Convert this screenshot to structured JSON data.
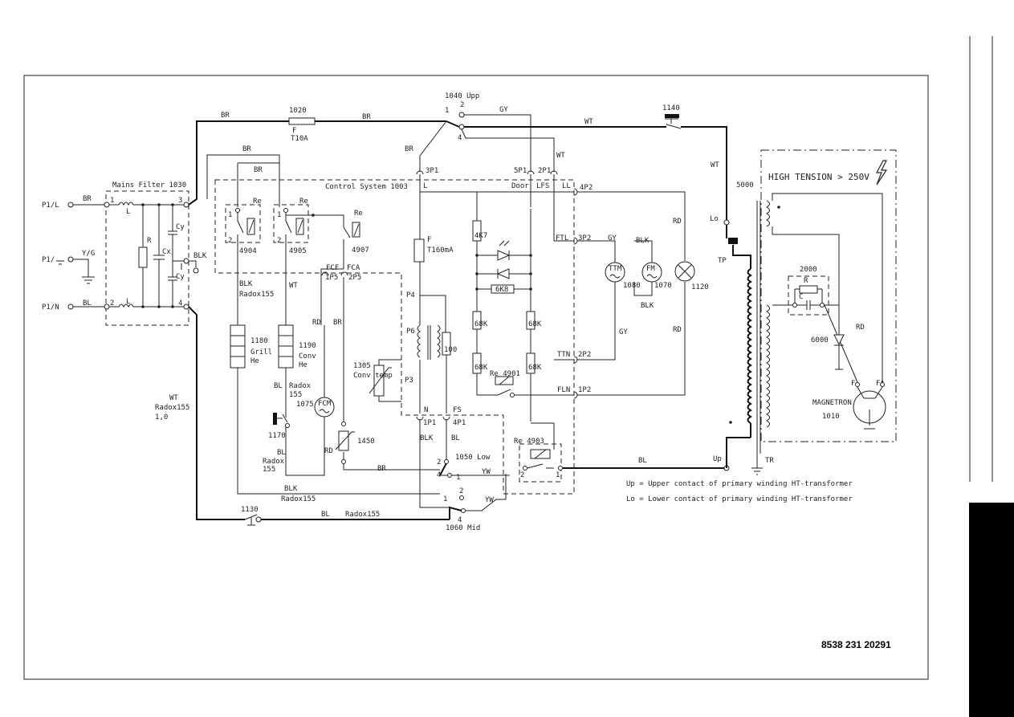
{
  "part_number": "8538 231 20291",
  "ht_warning": "HIGH TENSION > 250V",
  "legend": {
    "up": "Up = Upper contact of primary winding HT-transformer",
    "lo": "Lo = Lower contact of primary winding HT-transformer"
  },
  "labels": {
    "p1l": "P1/L",
    "p1e": "P1/",
    "p1n": "P1/N",
    "yg": "Y/G",
    "mains_filter": "Mains Filter 1030",
    "control_system": "Control System 1003",
    "sw1040": "1040 Upp",
    "f1020": "1020",
    "fuse_f": "F",
    "t10a": "T10A",
    "sw1140": "1140",
    "br": "BR",
    "gy": "GY",
    "wt": "WT",
    "blk": "BLK",
    "bl": "BL",
    "rd": "RD",
    "yw": "YW",
    "re": "Re",
    "r4904": "4904",
    "r4905": "4905",
    "r4907": "4907",
    "radox155": "Radox155",
    "radox": "Radox",
    "n155": "155",
    "h1180": "1180",
    "grill": "Grill",
    "he": "He",
    "h1190": "1190",
    "conv": "Conv",
    "fcf": "FCF",
    "fca": "FCA",
    "p1p5": "1P5",
    "p2p5": "2P5",
    "fcm": "FCM",
    "fcm_num": "1075",
    "sw1170": "1170",
    "t1450": "1450",
    "t1305": "1305",
    "conv_temp": "Conv temp",
    "p3": "P3",
    "p1": "3P1",
    "p5p1": "5P1",
    "p2p1": "2P1",
    "p4p2": "4P2",
    "l": "L",
    "ll": "LL",
    "door": "Door",
    "lfs": "LFS",
    "ftl": "FTL",
    "p3p2": "3P2",
    "ttn": "TTN",
    "p2p2": "2P2",
    "fln": "FLN",
    "p1p2": "1P2",
    "t160": "T160mA",
    "p4": "P4",
    "p6": "P6",
    "r4k7": "4K7",
    "r6k8": "6K8",
    "r68k": "68K",
    "r100": "100",
    "re4901": "Re 4901",
    "re4903": "Re 4903",
    "n": "N",
    "fs": "FS",
    "p1p1": "1P1",
    "p4p1": "4P1",
    "sw1050": "1050 Low",
    "sw1060": "1060 Mid",
    "sw1130": "1130",
    "ttm": "TTM",
    "ttm_num": "1080",
    "fm": "FM",
    "fm_num": "1070",
    "lamp": "1120",
    "t5000": "5000",
    "lo": "Lo",
    "tp": "TP",
    "up": "Up",
    "tr": "TR",
    "c2000": "2000",
    "r": "R",
    "c": "C",
    "d6000": "6000",
    "magnetron": "MAGNETRON",
    "mag_num": "1010",
    "f": "F",
    "fa": "FA",
    "cx": "Cx",
    "cy": "Cy",
    "wt_radox": "WT",
    "radox_10": "Radox155",
    "one_zero": "1,0",
    "n1": "1",
    "n2": "2",
    "n3": "3",
    "n4": "4"
  }
}
